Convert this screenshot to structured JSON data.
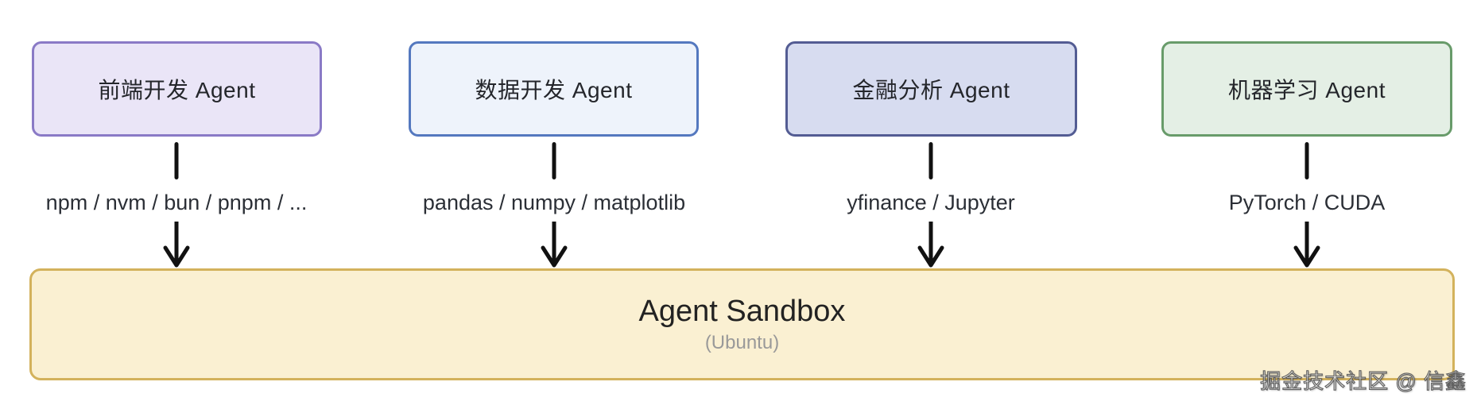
{
  "diagram": {
    "arrow_color": "#111111",
    "agents": [
      {
        "name": "前端开发 Agent",
        "tools": "npm / nvm / bun / pnpm / ...",
        "fill_color": "#eae5f7",
        "border_color": "#8a7ac6"
      },
      {
        "name": "数据开发 Agent",
        "tools": "pandas / numpy / matplotlib",
        "fill_color": "#eef3fb",
        "border_color": "#5478bf"
      },
      {
        "name": "金融分析 Agent",
        "tools": "yfinance / Jupyter",
        "fill_color": "#d7dcf0",
        "border_color": "#535c93"
      },
      {
        "name": "机器学习 Agent",
        "tools": "PyTorch / CUDA",
        "fill_color": "#e4efe5",
        "border_color": "#689b6a"
      }
    ],
    "sandbox": {
      "title": "Agent Sandbox",
      "subtitle": "(Ubuntu)",
      "fill_color": "#faf0d2",
      "border_color": "#d3b25c"
    },
    "watermark": "掘金技术社区 @ 信鑫"
  }
}
